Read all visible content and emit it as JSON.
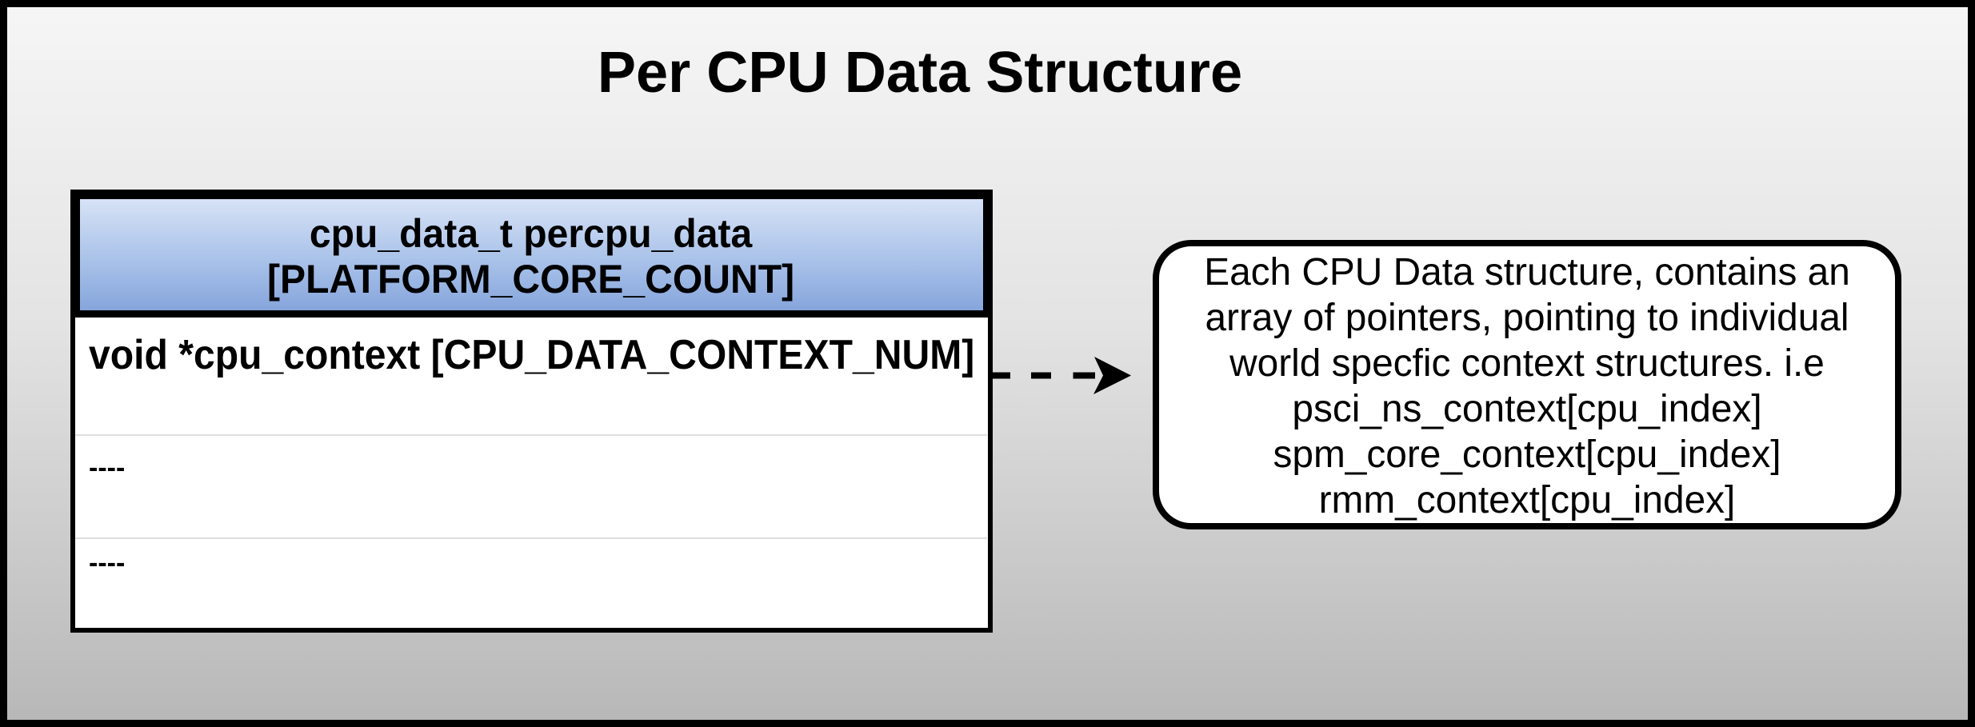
{
  "title": "Per CPU Data Structure",
  "table": {
    "header_line1": "cpu_data_t percpu_data",
    "header_line2": "[PLATFORM_CORE_COUNT]",
    "rows": [
      "void *cpu_context [CPU_DATA_CONTEXT_NUM]",
      "----",
      "----"
    ]
  },
  "note": {
    "lines": [
      "Each CPU Data structure, contains an",
      "array of pointers, pointing to individual",
      "world specfic context structures. i.e",
      "psci_ns_context[cpu_index]",
      "spm_core_context[cpu_index]",
      "rmm_context[cpu_index]"
    ]
  },
  "colors": {
    "page_border": "#000000",
    "background_top": "#f6f6f6",
    "background_bottom": "#b7b7b7",
    "header_gradient_top": "#d7e2f6",
    "header_gradient_bottom": "#86a5dc",
    "cell_background": "#ffffff",
    "row_separator": "#dedede",
    "text": "#000000"
  }
}
